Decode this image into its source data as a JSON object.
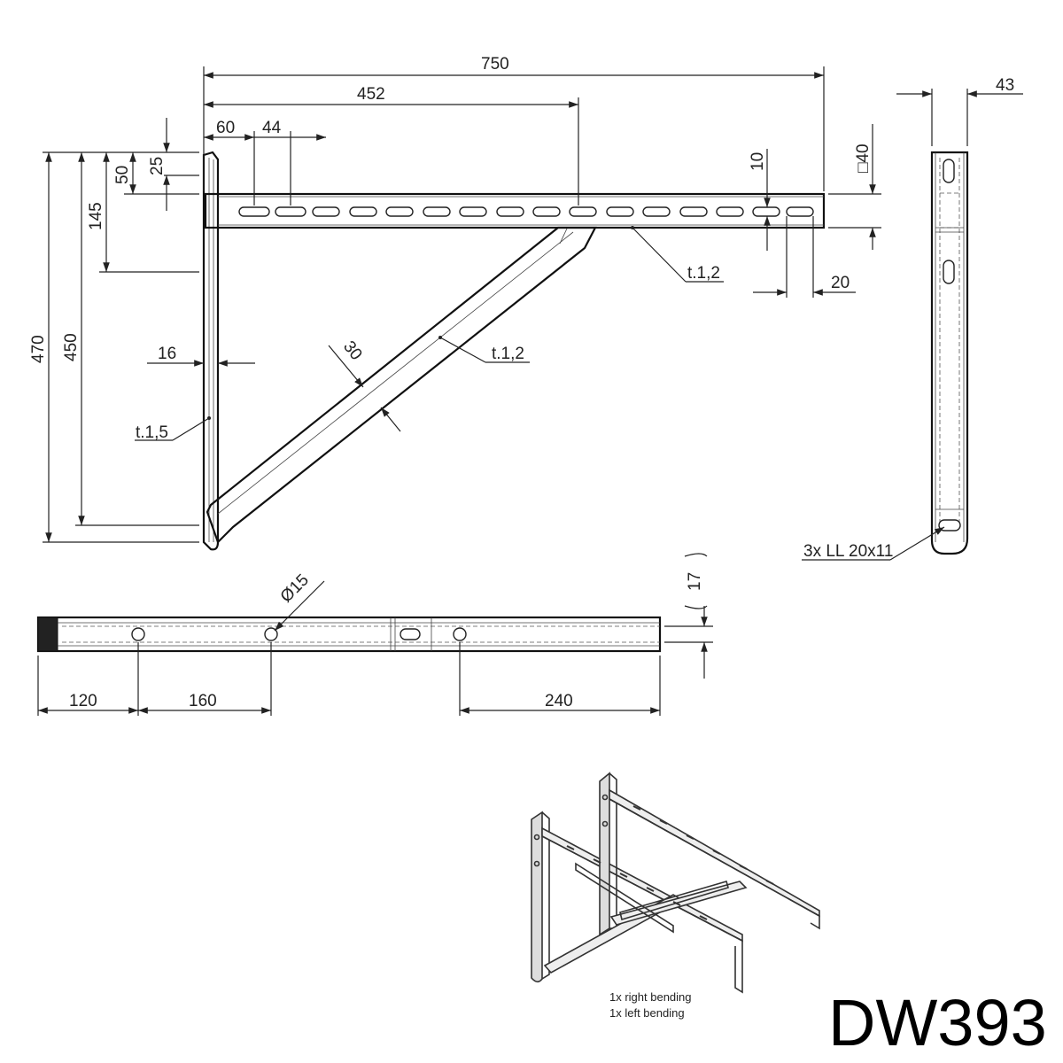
{
  "title": "DW393",
  "notes": {
    "bending_line1": "1x right bending",
    "bending_line2": "1x left bending"
  },
  "dimensions": {
    "overall_length": "750",
    "to_brace": "452",
    "hole_offset": "60",
    "hole_pitch": "44",
    "top_offset": "25",
    "arm_offset": "50",
    "brace_offset": "145",
    "total_height": "470",
    "inner_height": "450",
    "post_width": "16",
    "brace_width": "30",
    "slot_height": "10",
    "slot_end": "20",
    "profile": "□40",
    "side_width": "43",
    "slots_note": "3x LL 20x11",
    "hole_dia": "Ø15",
    "flange_ref": "17",
    "hole_pos_1": "120",
    "hole_pos_2": "160",
    "hole_pos_3": "240"
  },
  "thickness": {
    "arm": "t.1,2",
    "brace": "t.1,2",
    "post": "t.1,5"
  }
}
